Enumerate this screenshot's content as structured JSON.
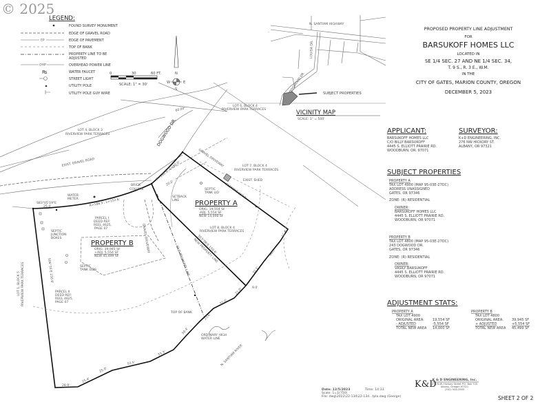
{
  "watermark": "© 2025",
  "legend": {
    "title": "LEGEND:",
    "items": [
      "FOUND SURVEY MONUMENT",
      "EDGE OF GRAVEL ROAD",
      "EDGE OF PAVEMENT",
      "TOP OF BANK",
      "PROPERTY LINE TO BE",
      "ADJUSTED",
      "OVERHEAD POWER LINE",
      "WATER FAUCET",
      "STREET LIGHT",
      "UTILITY POLE",
      "UTILITY POLE GUY WIRE"
    ],
    "ep_mark": "EP",
    "ohp_mark": "OHP"
  },
  "scale_bar": {
    "ticks": [
      "0",
      "30",
      "60 FT."
    ],
    "label": "SCALE: 1\" = 30'"
  },
  "north_arrow": {
    "n": "N",
    "s": "S",
    "e": "E",
    "w": "W"
  },
  "title_block": {
    "line1": "PROPOSED PROPERTY LINE ADJUSTMENT",
    "line2": "FOR",
    "line3": "BARSUKOFF HOMES LLC",
    "line4": "LOCATED IN",
    "line5": "SE 1/4 SEC. 27 AND NE 1/4 SEC. 34,",
    "line6": "T. 9 S., R. 3 E., W.M.",
    "line7": "IN THE",
    "line8": "CITY OF GATES, MARION COUNTY, OREGON",
    "line9": "DECEMBER 5, 2023"
  },
  "vicinity_map": {
    "highway": "N. SANTIAM HIGHWAY",
    "louisa": "LOUISA DR.",
    "dogwood": "DOGWOOD DR.",
    "subject": "SUBJECT PROPERTIES",
    "title": "VICINITY MAP",
    "scale": "SCALE: 1\" = 500'"
  },
  "applicant": {
    "heading": "APPLICANT:",
    "lines": [
      "BARSUKOFF HOMES LLC",
      "C/O BILLY BARSUKOFF",
      "4445 S. ELLIOTT PRAIRIE RD.",
      "WOODBURN, OR. 97071"
    ]
  },
  "surveyor": {
    "heading": "SURVEYOR:",
    "lines": [
      "K+D ENGINEERING, INC.",
      "276 NW HICKORY ST.",
      "ALBANY, OR 97321"
    ]
  },
  "subject_properties": {
    "heading": "SUBJECT PROPERTIES",
    "a": {
      "title": "PROPERTY A",
      "lines": [
        "TAX LOT 4900 (MAP 95-03E-27DC)",
        "ADDRESS UNASSIGNED",
        "GATES, OR 97346"
      ],
      "zone": "ZONE: (R) RESIDENTIAL",
      "owner_title": "OWNER:",
      "owner_lines": [
        "BARSUKOFF HOMES LLC",
        "4445 S. ELLIOTT PRAIRIE RD.",
        "WOODBURN, OR 97071"
      ]
    },
    "b": {
      "title": "PROPERTY B",
      "lines": [
        "TAX LOT 4800 (MAP 95-03E-27DC)",
        "243 DOGWOOD DR.",
        "GATES, OR 97346"
      ],
      "zone": "ZONE: (R) RESIDENTIAL",
      "owner_title": "OWNER:",
      "owner_lines": [
        "VASILY BARSUKOFF",
        "4445 S. ELLIOTT PRAIRIE RD.",
        "WOODBURN, OR 97071"
      ]
    }
  },
  "adjustment_stats": {
    "heading": "ADJUSTMENT STATS:",
    "a": {
      "title": "PROPERTY A",
      "tax_lot": "TAX LOT 4900",
      "rows": [
        [
          "ORIGINAL AREA:",
          "19,554 SF"
        ],
        [
          "- ADJUSTED",
          "-5,554 SF"
        ],
        [
          "TOTAL NEW AREA",
          "14,000 SF"
        ]
      ]
    },
    "b": {
      "title": "PROPERTY B",
      "tax_lot": "TAX LOT 4800",
      "rows": [
        [
          "ORIGINAL AREA:",
          "39,945 SF"
        ],
        [
          "+ ADJUSTED",
          "+5,554 SF"
        ],
        [
          "TOTAL NEW AREA",
          "45,499 SF"
        ]
      ]
    }
  },
  "map": {
    "lot6": [
      "LOT 6, BLOCK 4",
      "RIVERVIEW PARK TERRACES"
    ],
    "lot4": [
      "LOT 4, BLOCK 3",
      "RIVERVIEW PARK TERRACES"
    ],
    "lot7": [
      "LOT 7, BLOCK 4",
      "RIVERVIEW PARK TERRACES"
    ],
    "lot8": [
      "LOT 8, BLOCK 4",
      "RIVERVIEW PARK TERRACES"
    ],
    "lot1": [
      "LOT 1, BLOCK 5",
      "RIVERVIEW PARK TERRACES"
    ],
    "dogwood": "DOGWOOD DR.",
    "row_width": "60.00'",
    "gravel_road": "EXIST. GRAVEL ROAD",
    "gravel_driveway": "GRAVEL DRIVEWAY",
    "shed": "EXIST. SHED",
    "brick_column": [
      "BRICK",
      "COLUMN"
    ],
    "septic_lid": [
      "SEPTIC",
      "TANK LID"
    ],
    "setback": [
      "SETBACK",
      "LINE"
    ],
    "water_meter": [
      "WATER",
      "METER"
    ],
    "bearing_top": [
      "S83°05'19\"E",
      "25.4'"
    ],
    "curve": "R=188.5', L=152.6'",
    "curve_a": "R=188.5', L=60.0'",
    "parcel1": [
      "PARCEL I",
      "DEED REF:",
      "REEL 4625,",
      "PAGE 07"
    ],
    "parcel2": [
      "PARCEL II",
      "DEED REF:",
      "REEL 4625,",
      "PAGE 07"
    ],
    "septic_boxes": [
      "SEPTIC",
      "JUNCTION",
      "BOXES"
    ],
    "septic_lids": [
      "SEPTIC",
      "TANK LIDS"
    ],
    "prop_a": {
      "title": "PROPERTY A",
      "orig": "ORIG.   19,554 SF",
      "adj": "-ADJ.    5,554 SF",
      "new": "NEW   14,000 SF"
    },
    "prop_b": {
      "title": "PROPERTY B",
      "orig": "ORIG.   39,945 SF",
      "adj": "+ADJ.    5,554 SF",
      "new": "NEW   45,499 SF"
    },
    "west_bearing": "S06°35'E 230.6'",
    "east_bearing": "S53°09'E 150.0'",
    "new_line": [
      "S53°06'E 150.6'",
      "NEW PROPERTY LINE"
    ],
    "old_line": "OLD PROPERTY LINE",
    "top_of_bank": "TOP OF BANK",
    "ohw": [
      "ORDINARY HIGH",
      "WATER LINE"
    ],
    "river": "N. SANTIAM RIVER",
    "twenty": "20.0'",
    "segments": [
      "28.9'",
      "25.4'",
      "25.0'",
      "52.5'",
      "33.3'",
      "50.4'",
      "23.6'",
      "32.0'",
      "21.0'",
      "9.0'",
      "32.1'",
      "44.5'",
      "11.4'"
    ]
  },
  "footer": {
    "date": "Date: 12/5/2023",
    "time": "Time: 14:33",
    "scale": "Scale: 1=1(750)",
    "file": "File: dwg\\2022\\22-134\\22-134...tpla.dwg (George)",
    "logo": "K&D",
    "firm_name": "K & D ENGINEERING, Inc.",
    "firm_addr": [
      "276 N.W. Hickory Street   P.O. Box 725",
      "Albany, Oregon 97321",
      "(541) 928-2583"
    ],
    "sheet": "SHEET 2 OF 2"
  }
}
